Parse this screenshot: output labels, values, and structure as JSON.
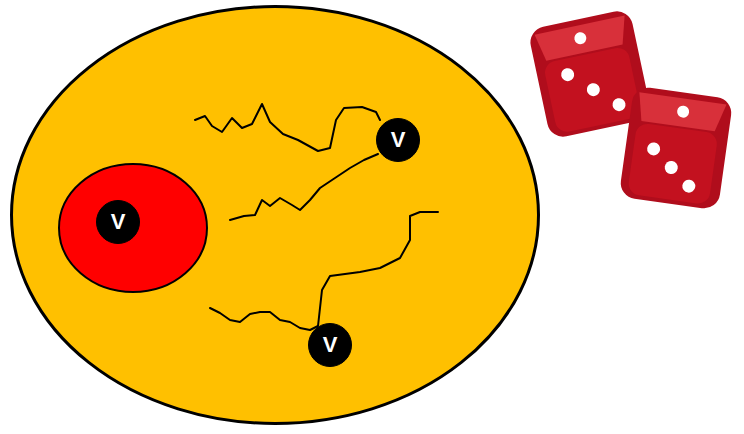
{
  "diagram": {
    "nodes": [
      {
        "text": []
      },
      {
        "text": [
          "V"
        ],
        "in": 0
      },
      {
        "text": [],
        "in": 0
      },
      {
        "text": [
          "V"
        ],
        "in": 2
      },
      {
        "text": [
          "V"
        ],
        "in": 0
      }
    ]
  }
}
